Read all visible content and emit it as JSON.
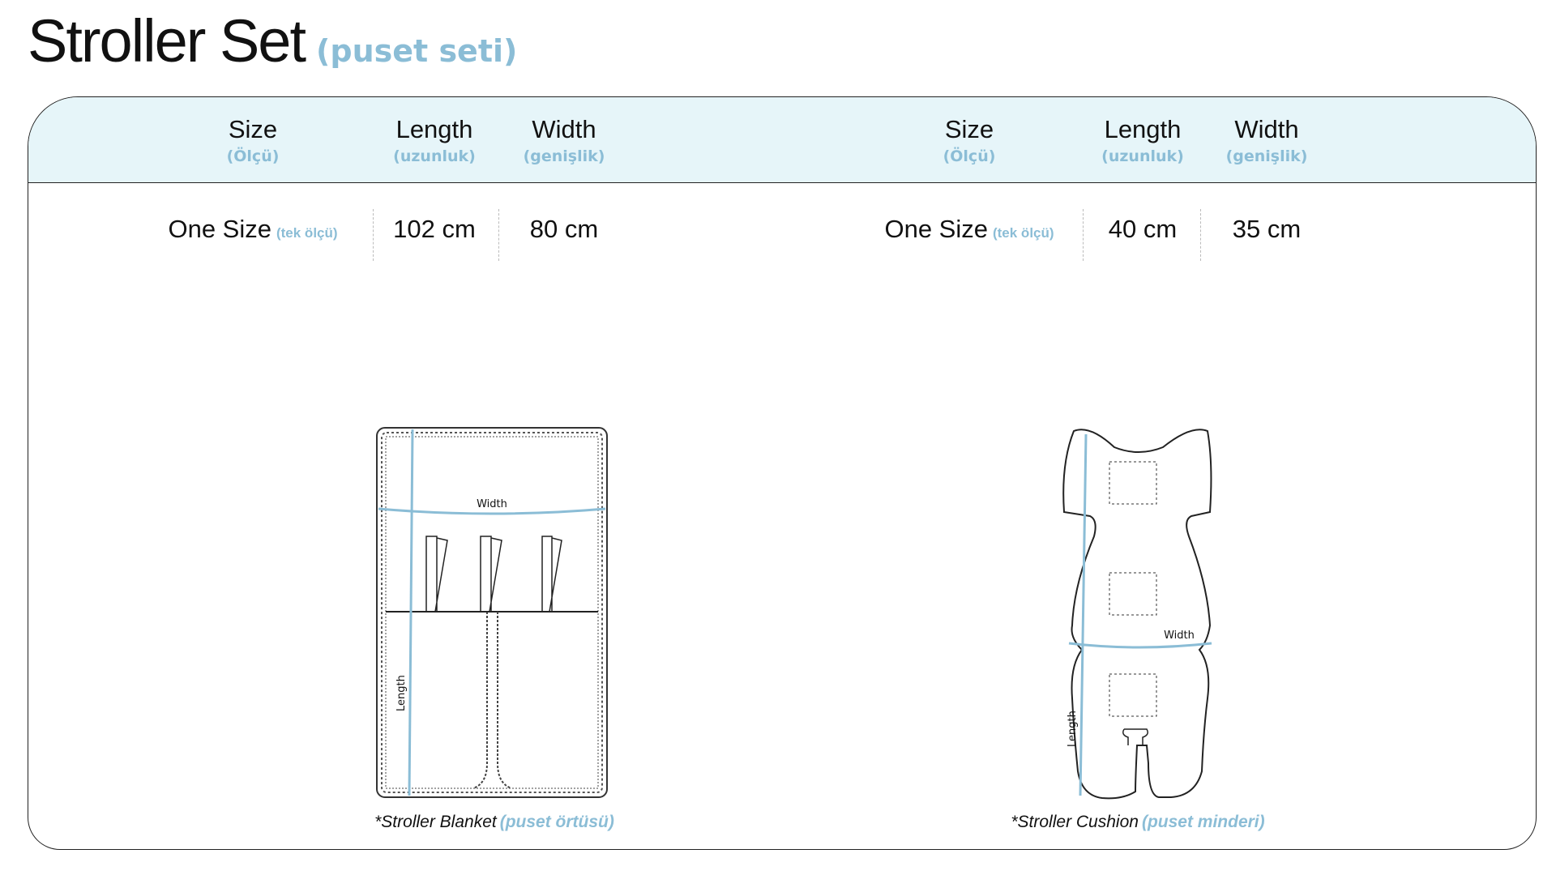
{
  "title": {
    "main": "Stroller Set",
    "sub": "(puset seti)"
  },
  "tables": [
    {
      "headers": [
        {
          "en": "Size",
          "tr": "(Ölçü)"
        },
        {
          "en": "Length",
          "tr": "(uzunluk)"
        },
        {
          "en": "Width",
          "tr": "(genişlik)"
        }
      ],
      "row": {
        "size": "One Size",
        "size_tr": "(tek ölçü)",
        "length": "102 cm",
        "width": "80 cm"
      }
    },
    {
      "headers": [
        {
          "en": "Size",
          "tr": "(Ölçü)"
        },
        {
          "en": "Length",
          "tr": "(uzunluk)"
        },
        {
          "en": "Width",
          "tr": "(genişlik)"
        }
      ],
      "row": {
        "size": "One Size",
        "size_tr": "(tek ölçü)",
        "length": "40 cm",
        "width": "35 cm"
      }
    }
  ],
  "products": [
    {
      "caption": "*Stroller Blanket",
      "caption_tr": "(puset örtüsü)",
      "width_label": "Width",
      "length_label": "Length"
    },
    {
      "caption": "*Stroller Cushion",
      "caption_tr": "(puset minderi)",
      "width_label": "Width",
      "length_label": "Length"
    }
  ],
  "colors": {
    "accent": "#8bbdd6",
    "header_bg": "#e6f5f9"
  }
}
